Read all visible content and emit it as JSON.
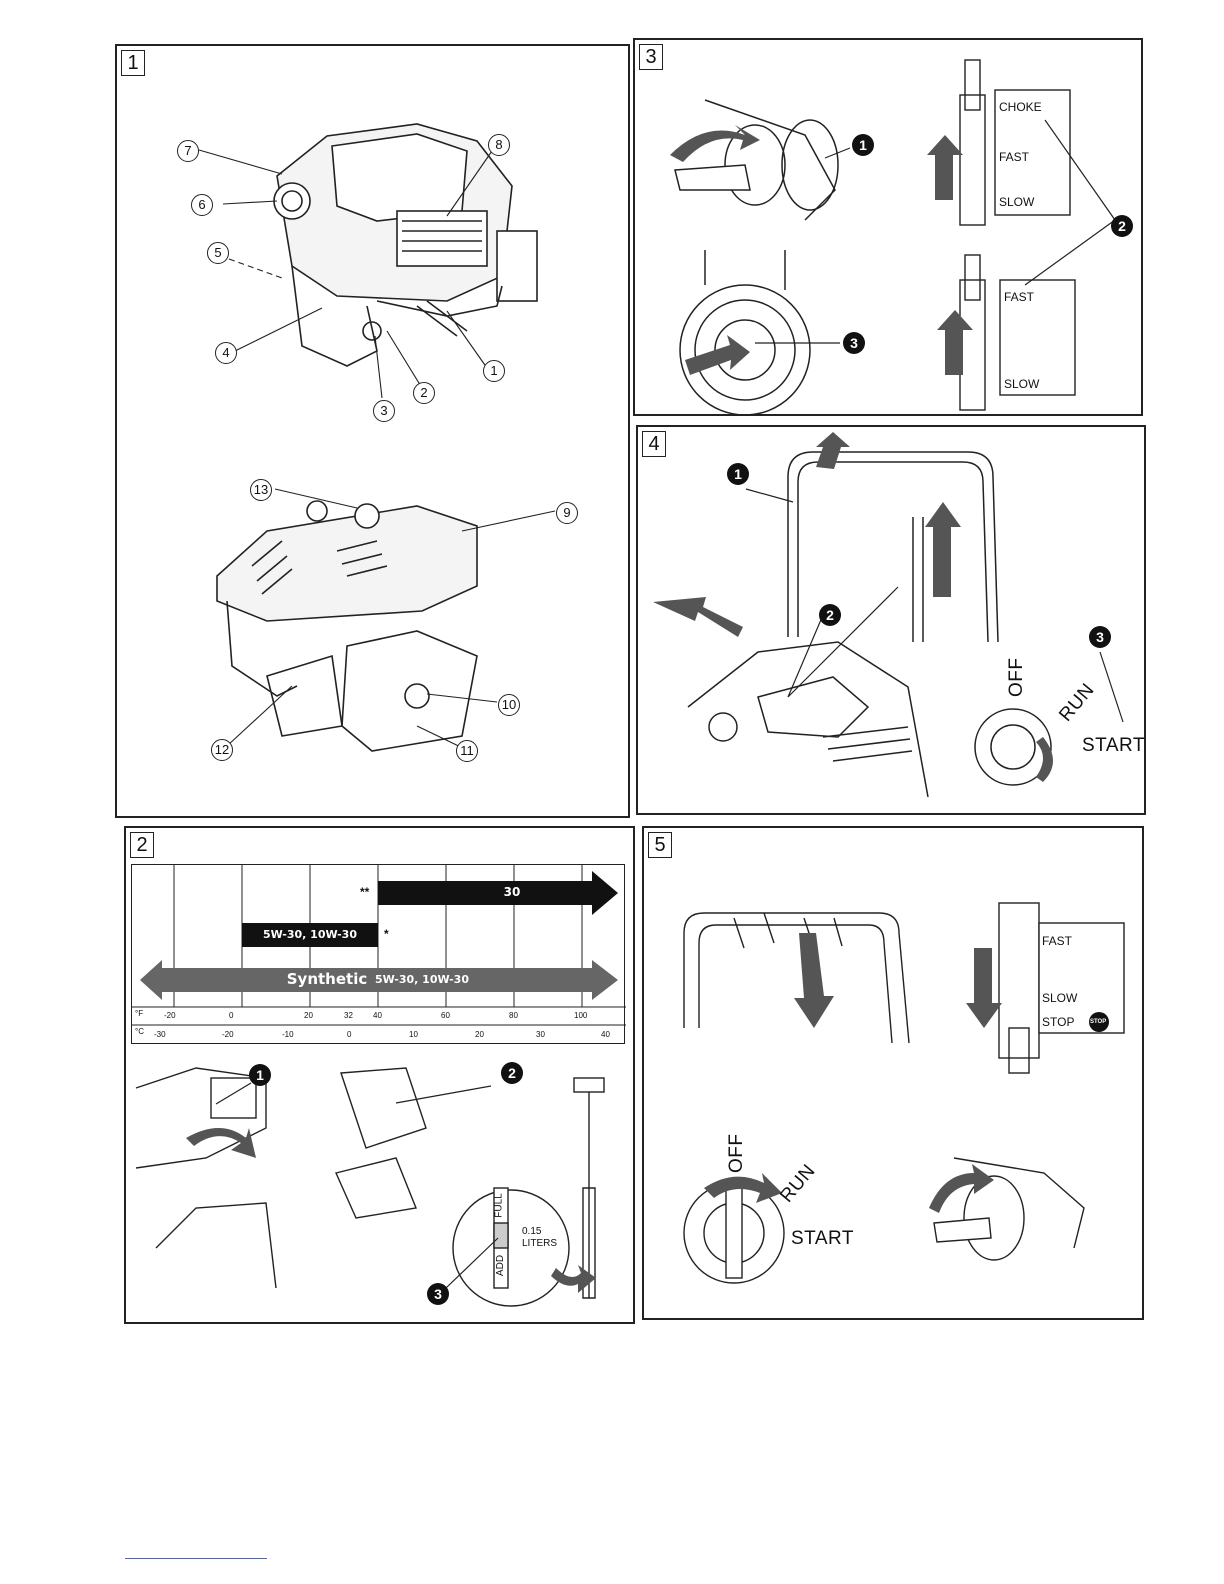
{
  "panels": {
    "p1": {
      "number": "1",
      "callouts": [
        "1",
        "2",
        "3",
        "4",
        "5",
        "6",
        "7",
        "8",
        "9",
        "10",
        "11",
        "12",
        "13"
      ]
    },
    "p2": {
      "number": "2",
      "bars": {
        "b30": "30",
        "b5w": "5W-30, 10W-30",
        "synthetic_word": "Synthetic",
        "synthetic_grades": "5W-30, 10W-30"
      },
      "marks": {
        "double_star": "**",
        "single_star": "*"
      },
      "f_label": "°F",
      "c_label": "°C",
      "f_ticks": [
        "-20",
        "0",
        "20",
        "32",
        "40",
        "60",
        "80",
        "100"
      ],
      "c_ticks": [
        "-30",
        "-20",
        "-10",
        "0",
        "10",
        "20",
        "30",
        "40"
      ],
      "dipstick": {
        "full": "FULL",
        "add": "ADD",
        "amount": "0.15",
        "unit": "LITERS"
      },
      "markers": [
        "1",
        "2",
        "3"
      ]
    },
    "p3": {
      "number": "3",
      "upper_gauge": {
        "choke": "CHOKE",
        "fast": "FAST",
        "slow": "SLOW"
      },
      "lower_gauge": {
        "fast": "FAST",
        "slow": "SLOW"
      },
      "markers": [
        "1",
        "2",
        "3"
      ]
    },
    "p4": {
      "number": "4",
      "key": {
        "off": "OFF",
        "run": "RUN",
        "start": "START"
      },
      "markers": [
        "1",
        "2",
        "3"
      ]
    },
    "p5": {
      "number": "5",
      "gauge": {
        "fast": "FAST",
        "slow": "SLOW",
        "stop": "STOP",
        "stop_icon": "STOP"
      },
      "key": {
        "off": "OFF",
        "run": "RUN",
        "start": "START"
      }
    }
  },
  "colors": {
    "ink": "#111111",
    "arrow": "#555555"
  }
}
